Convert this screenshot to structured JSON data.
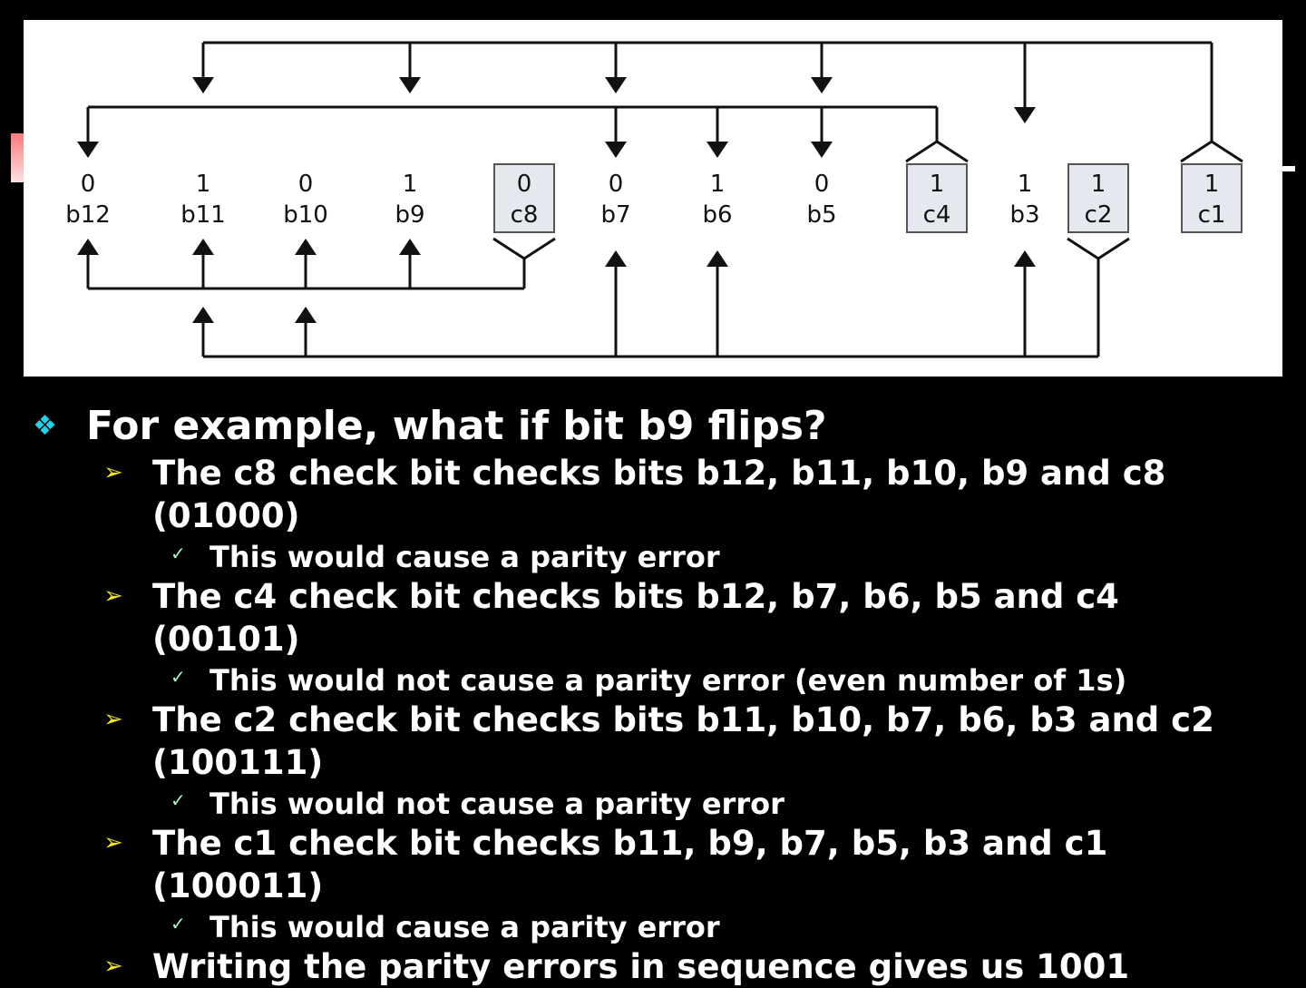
{
  "slide": {
    "colors": {
      "background": "#000000",
      "text": "#ffffff",
      "level1_bullet": "#22d3e8",
      "level2_bullet": "#f5e50a",
      "level3_bullet": "#b9f0b9",
      "check_box_fill": "#e6e8f0"
    },
    "figure": {
      "description": "Hamming code check bit diagram",
      "bits": [
        {
          "name": "b12",
          "value": "0",
          "check": false
        },
        {
          "name": "b11",
          "value": "1",
          "check": false
        },
        {
          "name": "b10",
          "value": "0",
          "check": false
        },
        {
          "name": "b9",
          "value": "1",
          "check": false
        },
        {
          "name": "c8",
          "value": "0",
          "check": true
        },
        {
          "name": "b7",
          "value": "0",
          "check": false
        },
        {
          "name": "b6",
          "value": "1",
          "check": false
        },
        {
          "name": "b5",
          "value": "0",
          "check": false
        },
        {
          "name": "c4",
          "value": "1",
          "check": true
        },
        {
          "name": "b3",
          "value": "1",
          "check": false
        },
        {
          "name": "c2",
          "value": "1",
          "check": true
        },
        {
          "name": "c1",
          "value": "1",
          "check": true
        }
      ],
      "check_groups": {
        "c8": [
          "b12",
          "b11",
          "b10",
          "b9"
        ],
        "c4": [
          "b12",
          "b7",
          "b6",
          "b5"
        ],
        "c2": [
          "b11",
          "b10",
          "b7",
          "b6",
          "b3"
        ],
        "c1": [
          "b11",
          "b9",
          "b7",
          "b5",
          "b3"
        ]
      }
    },
    "bullets": [
      {
        "level": 1,
        "icon": "diamond-cluster-icon",
        "glyph": "❖",
        "text": "For example, what if bit b9 flips?"
      },
      {
        "level": 2,
        "icon": "arrowhead-icon",
        "glyph": "➢",
        "text": "The c8 check bit checks bits b12, b11, b10, b9 and c8 (01000)"
      },
      {
        "level": 3,
        "icon": "checkmark-icon",
        "glyph": "✓",
        "text": "This would cause a parity error"
      },
      {
        "level": 2,
        "icon": "arrowhead-icon",
        "glyph": "➢",
        "text": "The c4 check bit checks bits b12, b7, b6, b5 and c4 (00101)"
      },
      {
        "level": 3,
        "icon": "checkmark-icon",
        "glyph": "✓",
        "text": "This would not cause a parity error (even number of 1s)"
      },
      {
        "level": 2,
        "icon": "arrowhead-icon",
        "glyph": "➢",
        "text": "The c2 check bit checks bits b11, b10, b7, b6, b3 and c2 (100111)"
      },
      {
        "level": 3,
        "icon": "checkmark-icon",
        "glyph": "✓",
        "text": "This would not cause a parity error"
      },
      {
        "level": 2,
        "icon": "arrowhead-icon",
        "glyph": "➢",
        "text": "The c1 check bit checks b11, b9, b7, b5, b3 and c1 (100011)"
      },
      {
        "level": 3,
        "icon": "checkmark-icon",
        "glyph": "✓",
        "text": "This would cause a parity error"
      },
      {
        "level": 2,
        "icon": "arrowhead-icon",
        "glyph": "➢",
        "text": "Writing the parity errors in sequence gives us 1001"
      }
    ]
  }
}
